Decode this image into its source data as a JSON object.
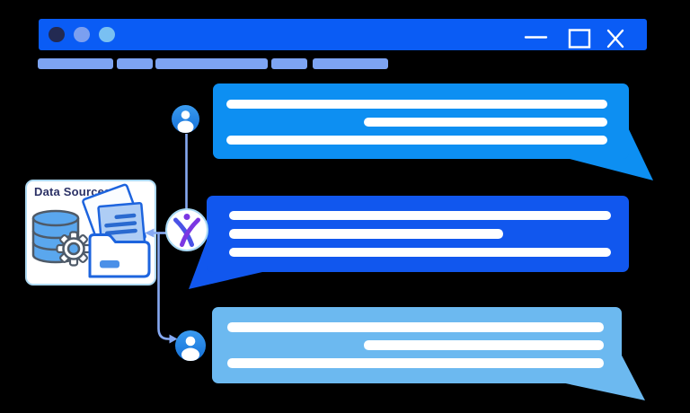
{
  "illustration": {
    "name": "chatbot-with-data-sources",
    "card": {
      "title": "Data Sources",
      "icons": [
        "database-icon",
        "gear-icon",
        "documents-icon",
        "folder-icon"
      ]
    },
    "window": {
      "dots": [
        "dark-navy-dot",
        "blue-dot",
        "light-blue-dot"
      ],
      "controls": [
        {
          "label": "minimize",
          "glyph": "—"
        },
        {
          "label": "maximize",
          "glyph": "□"
        },
        {
          "label": "close",
          "glyph": "✕"
        }
      ],
      "menu_placeholders": 5
    },
    "bubbles": [
      {
        "id": "message-1",
        "sender": "user",
        "placeholder_lines": 3,
        "tail": "bottom-right"
      },
      {
        "id": "message-2",
        "sender": "chatbot",
        "placeholder_lines": 3,
        "tail": "bottom-left"
      },
      {
        "id": "message-3",
        "sender": "user",
        "placeholder_lines": 3,
        "tail": "bottom-right"
      }
    ],
    "connectors": [
      "user-to-bot-line",
      "bot-to-data-sources-arrow",
      "bot-to-user-arrow"
    ]
  },
  "colors": {
    "bg": "#000000",
    "topbar": "#0a5cf5",
    "dot1": "#232a52",
    "dot2": "#7b9ff0",
    "dot3": "#79c0f2",
    "menu": "#7da4f2",
    "bubble1": "#0d8ff2",
    "bubble2": "#1157ee",
    "bubble3": "#6cb9f0",
    "lineWhite": "#ffffff",
    "connector": "#86a9f2",
    "cardBg": "#ffffff",
    "cardBorder": "#aed9f2",
    "titleText": "#2b3166",
    "iconStroke": "#1d64de",
    "slateStroke": "#4e5a68",
    "dbFill": "#5aa7ee",
    "docFill": "#aecdf5",
    "docLine": "#2a6ad0",
    "folderLabel": "#4a90e8",
    "botRing": "#a8d8f4",
    "logoBlue": "#4a52e6",
    "logoPurple": "#7b36e2",
    "avatarLight": "#3a9bf0",
    "avatarDark": "#1470d8",
    "winControl": "#ffffff"
  }
}
